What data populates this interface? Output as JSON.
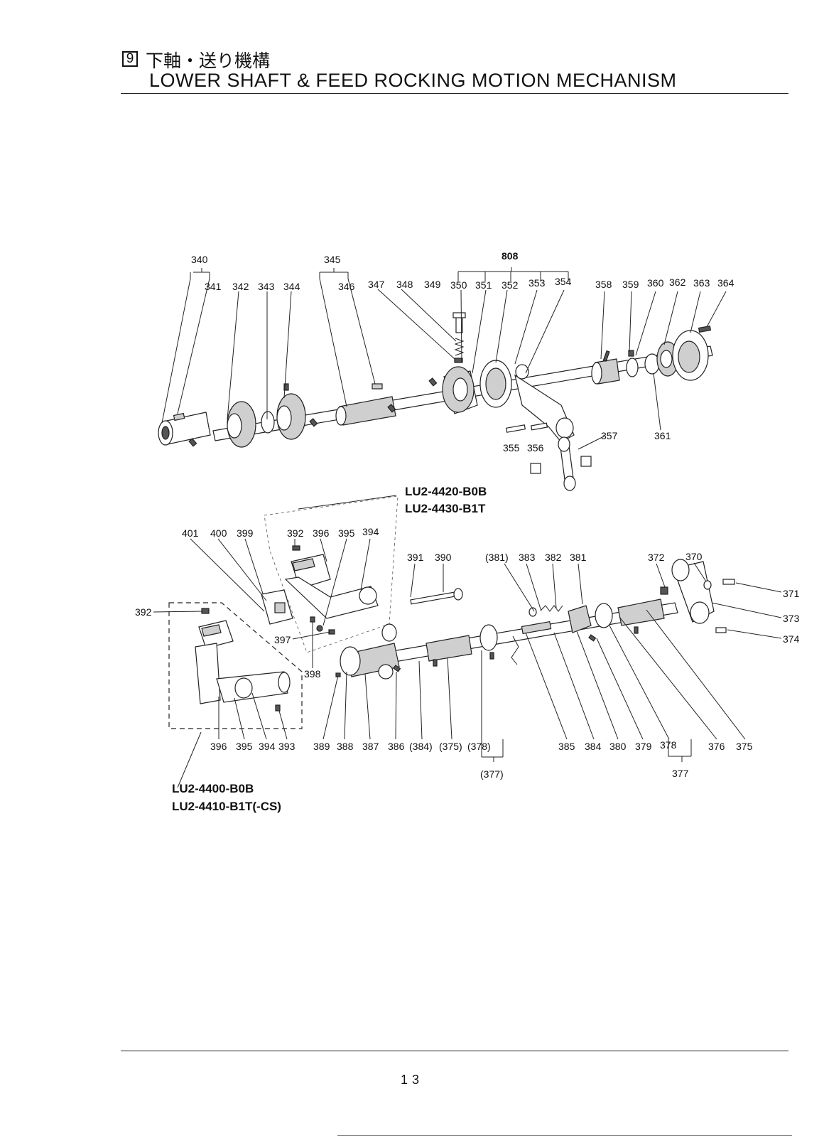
{
  "header": {
    "section_number": "9",
    "title_jp": "下軸・送り機構",
    "title_en": "LOWER SHAFT & FEED ROCKING MOTION MECHANISM"
  },
  "footer": {
    "page_number": "13"
  },
  "models": {
    "upper_box": [
      "LU2-4420-B0B",
      "LU2-4430-B1T"
    ],
    "lower_box": [
      "LU2-4400-B0B",
      "LU2-4410-B1T(-CS)"
    ]
  },
  "labels": {
    "l340": "340",
    "l341": "341",
    "l342": "342",
    "l343": "343",
    "l344": "344",
    "l345": "345",
    "l346": "346",
    "l347": "347",
    "l348": "348",
    "l349": "349",
    "l808": "808",
    "l350": "350",
    "l351": "351",
    "l352": "352",
    "l353": "353",
    "l354": "354",
    "l358": "358",
    "l359": "359",
    "l360": "360",
    "l362": "362",
    "l363": "363",
    "l364": "364",
    "l355": "355",
    "l356": "356",
    "l357": "357",
    "l361": "361",
    "l401": "401",
    "l400": "400",
    "l399": "399",
    "l392a": "392",
    "l396a": "396",
    "l395a": "395",
    "l394a": "394",
    "l391": "391",
    "l390": "390",
    "l381p": "(381)",
    "l383": "383",
    "l382": "382",
    "l381": "381",
    "l372": "372",
    "l370": "370",
    "l371": "371",
    "l373": "373",
    "l374": "374",
    "l392b": "392",
    "l397": "397",
    "l398": "398",
    "l396b": "396",
    "l395b": "395",
    "l394b": "394",
    "l393": "393",
    "l389": "389",
    "l388": "388",
    "l387": "387",
    "l386": "386",
    "l384p": "(384)",
    "l375p": "(375)",
    "l378p": "(378)",
    "l377p": "(377)",
    "l385": "385",
    "l384": "384",
    "l380": "380",
    "l379": "379",
    "l378": "378",
    "l376": "376",
    "l375": "375",
    "l377": "377"
  }
}
